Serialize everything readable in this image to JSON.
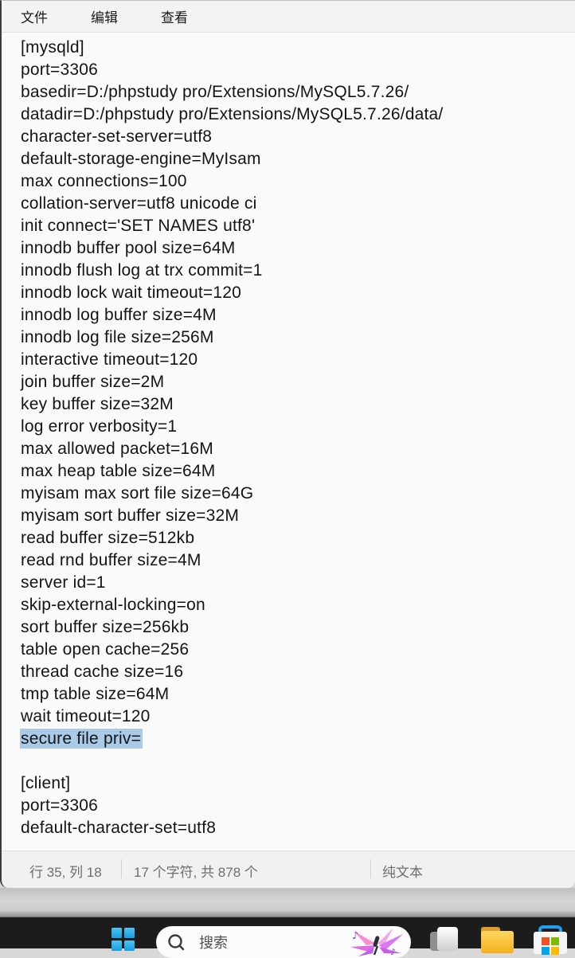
{
  "window": {
    "menu": {
      "items": [
        "文件",
        "编辑",
        "查看"
      ]
    },
    "editor": {
      "lines": [
        "[mysqld]",
        "port=3306",
        "basedir=D:/phpstudy pro/Extensions/MySQL5.7.26/",
        "datadir=D:/phpstudy pro/Extensions/MySQL5.7.26/data/",
        "character-set-server=utf8",
        "default-storage-engine=MyIsam",
        "max connections=100",
        "collation-server=utf8 unicode ci",
        "init connect='SET NAMES utf8'",
        "innodb buffer pool size=64M",
        "innodb flush log at trx commit=1",
        "innodb lock wait timeout=120",
        "innodb log buffer size=4M",
        "innodb log file size=256M",
        "interactive timeout=120",
        "join buffer size=2M",
        "key buffer size=32M",
        "log error verbosity=1",
        "max allowed packet=16M",
        "max heap table size=64M",
        "myisam max sort file size=64G",
        "myisam sort buffer size=32M",
        "read buffer size=512kb",
        "read rnd buffer size=4M",
        "server id=1",
        "skip-external-locking=on",
        "sort buffer size=256kb",
        "table open cache=256",
        "thread cache size=16",
        "tmp table size=64M",
        "wait timeout=120",
        "secure file priv=",
        "",
        "[client]",
        "port=3306",
        "default-character-set=utf8"
      ],
      "selected_line_index": 31,
      "selected_text": "secure file priv=",
      "selection_color": "#a9cbe8"
    },
    "status_bar": {
      "cursor_position": "行 35, 列 18",
      "char_count": "17 个字符, 共 878 个",
      "document_type": "纯文本"
    }
  },
  "taskbar": {
    "search_placeholder": "搜索",
    "icons": [
      "windows-start",
      "search",
      "search-highlight-art",
      "task-view",
      "file-explorer",
      "microsoft-store"
    ],
    "colors": {
      "taskbar_bg": "#1c1c1c",
      "windows_blue": "#2bb3ea",
      "folder_yellow": "#f6bb2e",
      "store_blue": "#1f9ff0"
    }
  },
  "colors": {
    "menubar_bg": "#f3f3f3",
    "editor_bg": "#fafafa",
    "text": "#141414",
    "statusbar_bg": "#f1f1f1",
    "statusbar_text": "#6e6e6e"
  }
}
